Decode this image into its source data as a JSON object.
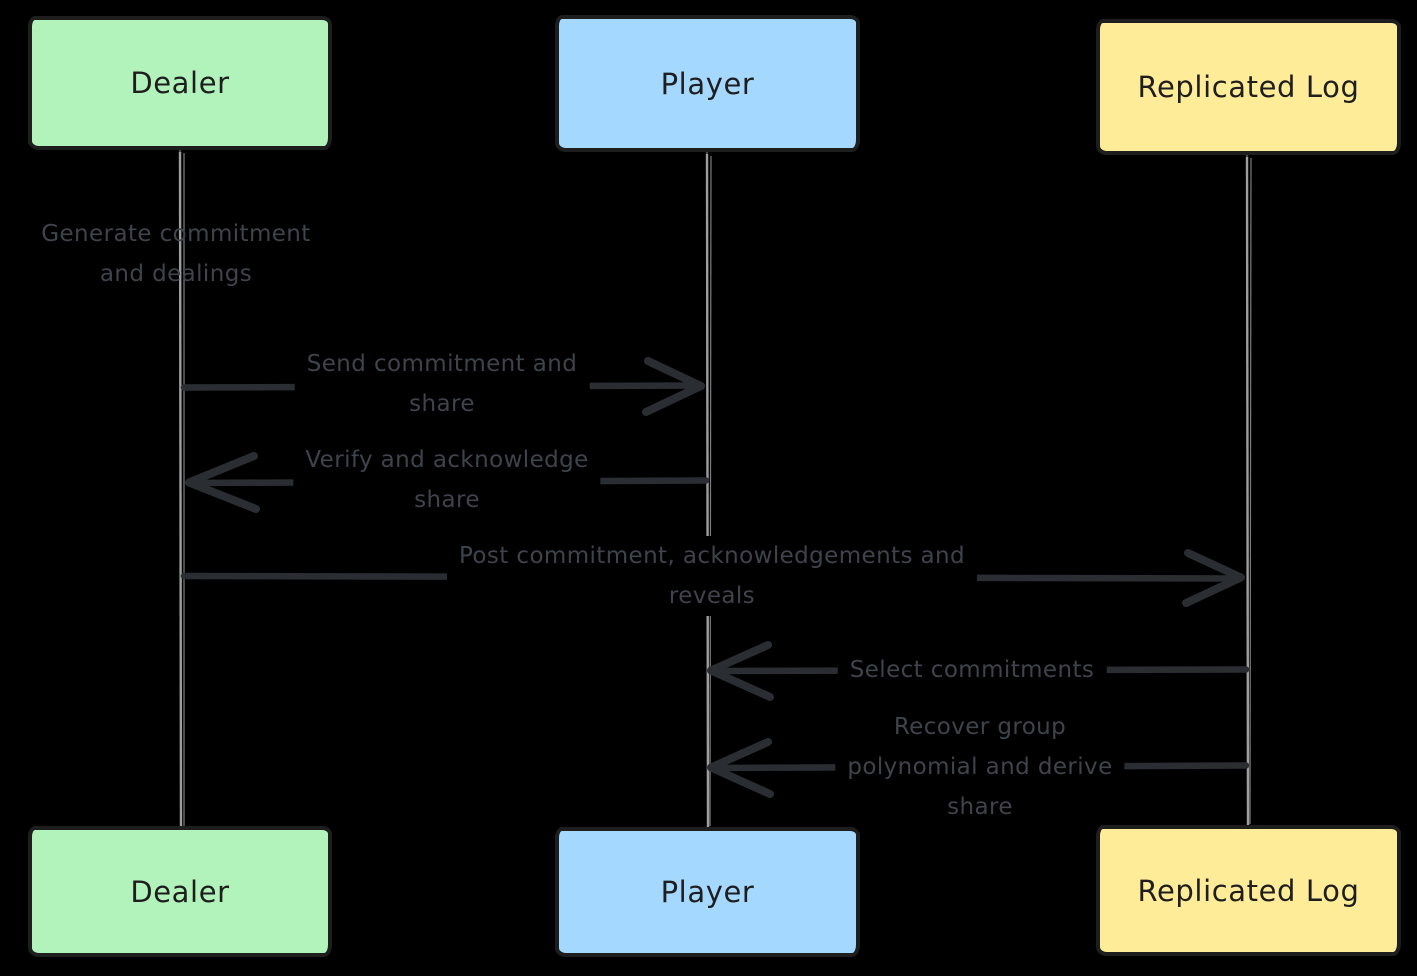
{
  "diagram": {
    "type": "sequence-diagram",
    "actors": [
      {
        "id": "dealer",
        "label": "Dealer",
        "fill_color": "#b2f2bb"
      },
      {
        "id": "player",
        "label": "Player",
        "fill_color": "#a5d8ff"
      },
      {
        "id": "replicated-log",
        "label": "Replicated Log",
        "fill_color": "#ffec99"
      }
    ],
    "messages": [
      {
        "from": "dealer",
        "to": "dealer",
        "type": "note",
        "direction": "none",
        "text": "Generate commitment\nand dealings"
      },
      {
        "from": "dealer",
        "to": "player",
        "type": "arrow",
        "direction": "right",
        "text": "Send commitment and\nshare"
      },
      {
        "from": "player",
        "to": "dealer",
        "type": "arrow",
        "direction": "left",
        "text": "Verify and acknowledge\nshare"
      },
      {
        "from": "dealer",
        "to": "replicated-log",
        "type": "arrow",
        "direction": "right",
        "text": "Post commitment, acknowledgements and\nreveals"
      },
      {
        "from": "replicated-log",
        "to": "player",
        "type": "arrow",
        "direction": "left",
        "text": "Select commitments"
      },
      {
        "from": "replicated-log",
        "to": "player",
        "type": "arrow",
        "direction": "left",
        "text": "Recover group\npolynomial and derive\nshare"
      }
    ],
    "colors": {
      "background": "#000000",
      "actor_green": "#b2f2bb",
      "actor_blue": "#a5d8ff",
      "actor_yellow": "#ffec99",
      "actor_border": "#1e1e1e",
      "actor_text": "#1e1e1e",
      "arrow": "#2a2e33",
      "message_text": "#3e444b",
      "lifeline": "#9e9e9e"
    }
  }
}
